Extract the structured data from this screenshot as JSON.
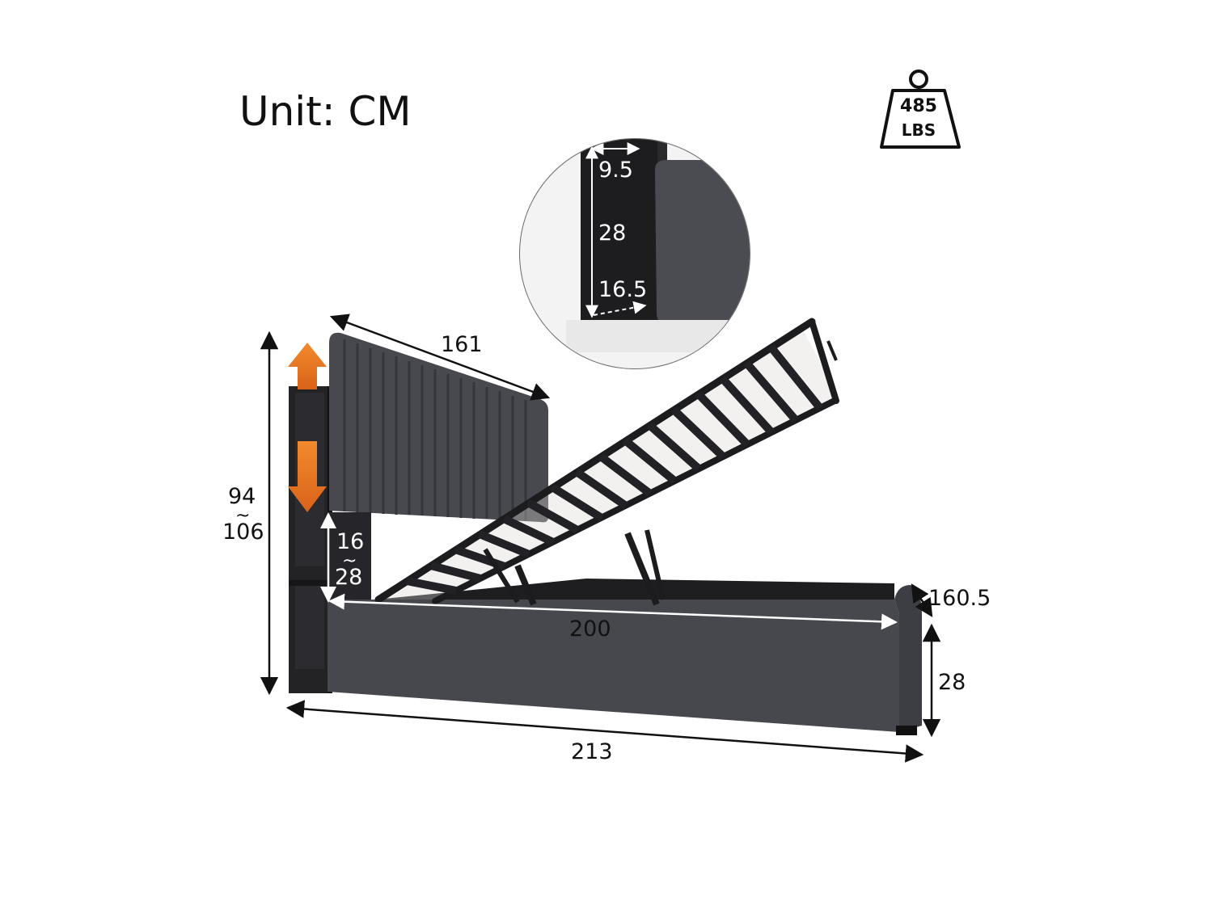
{
  "title": "Unit: CM",
  "weight": {
    "value": "485",
    "unit": "LBS",
    "icon": "weight-icon"
  },
  "dimensions": {
    "headboard_width": "161",
    "total_height_min": "94",
    "total_height_sep": "~",
    "total_height_max": "106",
    "headboard_gap_min": "16",
    "headboard_gap_sep": "~",
    "headboard_gap_max": "28",
    "inner_length": "200",
    "width": "160.5",
    "frame_height": "28",
    "total_length": "213"
  },
  "detail": {
    "shelf_top": "9.5",
    "shelf_height": "28",
    "shelf_depth": "16.5"
  },
  "colors": {
    "fabric": "#45474d",
    "frame_dark": "#1f1f22",
    "arrow_orange": "#f07a1f",
    "line": "#111111"
  }
}
